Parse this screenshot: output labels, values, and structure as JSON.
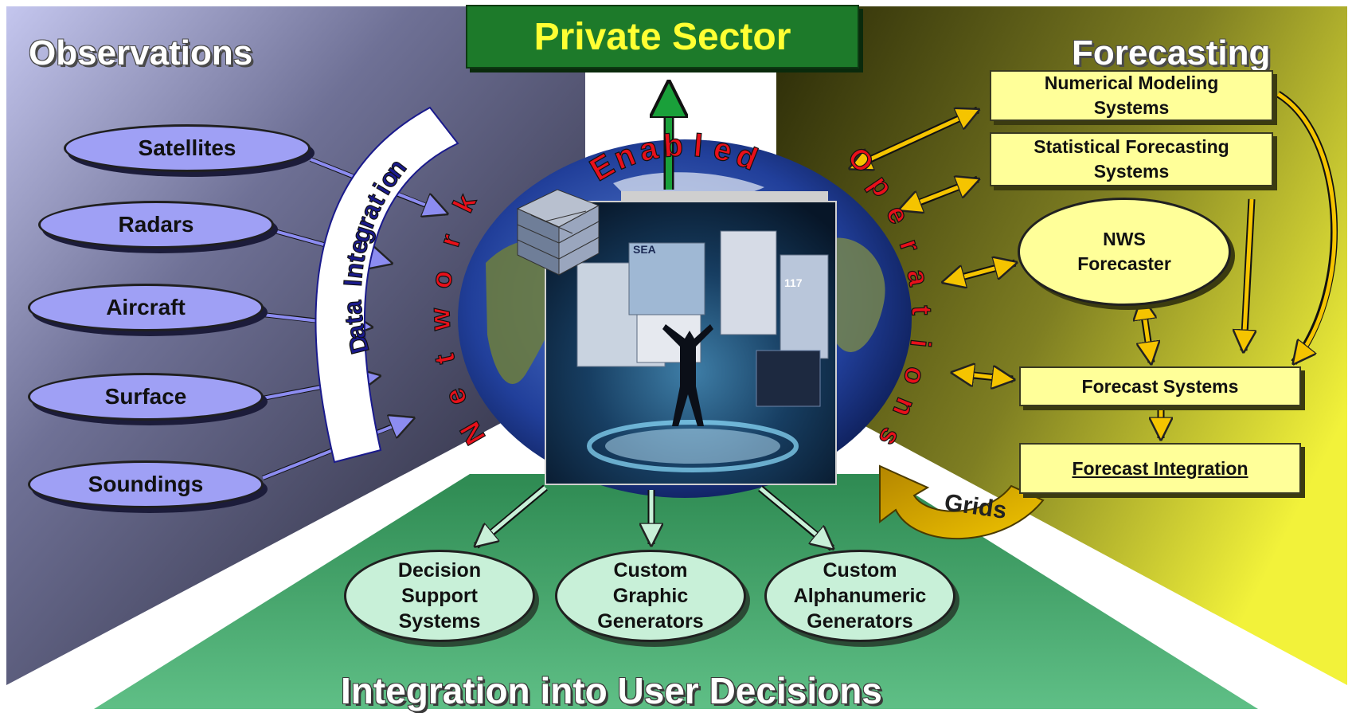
{
  "titles": {
    "observations": "Observations",
    "forecasting": "Forecasting",
    "private_sector": "Private Sector",
    "bottom": "Integration into User Decisions"
  },
  "observations": [
    "Satellites",
    "Radars",
    "Aircraft",
    "Surface",
    "Soundings"
  ],
  "arc_labels": {
    "data_integration": "Data Integration",
    "network": "Network",
    "enabled": "Enabled",
    "operations": "Operations"
  },
  "forecasting": {
    "numerical_line1": "Numerical Modeling",
    "numerical_line2": "Systems",
    "statistical_line1": "Statistical Forecasting",
    "statistical_line2": "Systems",
    "nws_line1": "NWS",
    "nws_line2": "Forecaster",
    "forecast_systems": "Forecast Systems",
    "forecast_integration": "Forecast Integration",
    "grids": "Grids"
  },
  "outputs": {
    "decision": [
      "Decision",
      "Support",
      "Systems"
    ],
    "graphic": [
      "Custom",
      "Graphic",
      "Generators"
    ],
    "alpha": [
      "Custom",
      "Alphanumeric",
      "Generators"
    ]
  },
  "screen_text": [
    "SEA",
    "117"
  ],
  "colors": {
    "obs_oval": "#9fa0f5",
    "forecast_box": "#ffff99",
    "output_oval": "#c8f0d8",
    "private_bg": "#1d7a2a",
    "private_text": "#ffff33",
    "arc_red": "#e8101a",
    "arc_navy": "#1a1a8c"
  }
}
